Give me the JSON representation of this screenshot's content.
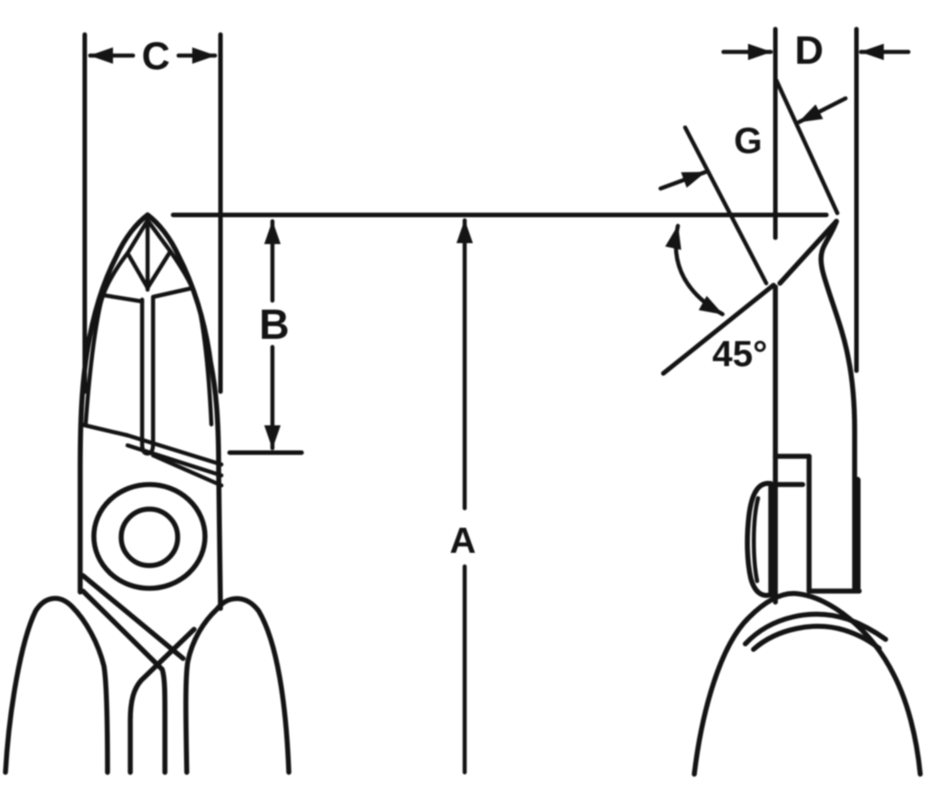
{
  "diagram": {
    "background_color": "#ffffff",
    "line_color": "#141414",
    "labels": {
      "a": "A",
      "b": "B",
      "c": "C",
      "d": "D",
      "g": "G",
      "angle": "45°"
    }
  }
}
